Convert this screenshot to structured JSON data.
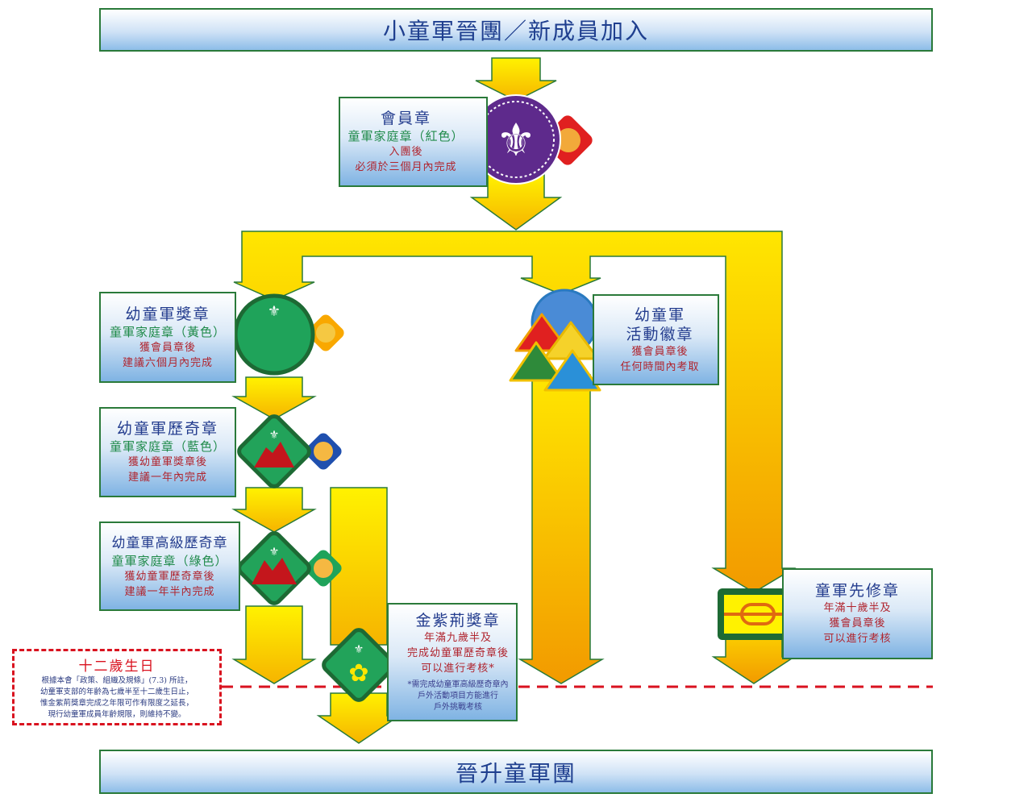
{
  "header": {
    "title": "小童軍晉團／新成員加入"
  },
  "footer": {
    "title": "晉升童軍團"
  },
  "nodes": {
    "membership": {
      "title": "會員章",
      "family": "童軍家庭章（紅色）",
      "lines": [
        "入團後",
        "必須於三個月內完成"
      ]
    },
    "cub_award": {
      "title": "幼童軍獎章",
      "family": "童軍家庭章（黃色）",
      "lines": [
        "獲會員章後",
        "建議六個月內完成"
      ]
    },
    "cub_adventure": {
      "title": "幼童軍歷奇章",
      "family": "童軍家庭章（藍色）",
      "lines": [
        "獲幼童軍獎章後",
        "建議一年內完成"
      ]
    },
    "cub_adv_senior": {
      "title": "幼童軍高級歷奇章",
      "family": "童軍家庭章（綠色）",
      "lines": [
        "獲幼童軍歷奇章後",
        "建議一年半內完成"
      ]
    },
    "activity": {
      "title1": "幼童軍",
      "title2": "活動徽章",
      "lines": [
        "獲會員章後",
        "任何時間內考取"
      ]
    },
    "gold_bauhinia": {
      "title": "金紫荊獎章",
      "lines": [
        "年滿九歲半及",
        "完成幼童軍歷奇章後",
        "可以進行考核*"
      ],
      "notes": [
        "*需完成幼童軍高級歷奇章內",
        "戶外活動項目方能進行",
        "戶外挑戰考核"
      ]
    },
    "scout_pre": {
      "title": "童軍先修章",
      "lines": [
        "年滿十歲半及",
        "獲會員章後",
        "可以進行考核"
      ]
    }
  },
  "birthday_note": {
    "title": "十二歲生日",
    "lines": [
      "根據本會「政策、組織及規條」(7.3) 所註，",
      "幼童軍支部的年齡為七歲半至十二歲生日止，",
      "惟金紫荊獎章完成之年限可作有限度之延長，",
      "現行幼童軍成員年齡規限，則維持不變。"
    ]
  },
  "colors": {
    "arrow_yellow": "#ffe600",
    "arrow_orange": "#f5a800",
    "border_green": "#2a7a3a",
    "dash_red": "#d9121f",
    "title_blue": "#233c8e"
  }
}
